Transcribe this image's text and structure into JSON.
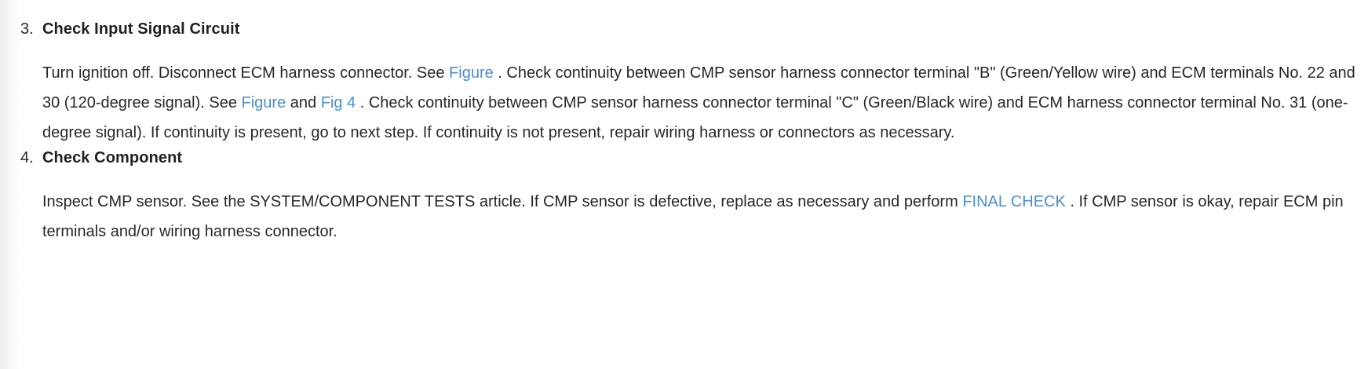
{
  "document": {
    "background_color": "#ffffff",
    "text_color": "#25282b",
    "link_color": "#4a8fd4"
  },
  "steps": [
    {
      "number": "3.",
      "title": "Check Input Signal Circuit",
      "body_segments": [
        {
          "type": "text",
          "value": "Turn ignition off. Disconnect ECM harness connector. See "
        },
        {
          "type": "link",
          "value": "Figure"
        },
        {
          "type": "text",
          "value": " . Check continuity between CMP sensor harness connector terminal \"B\" (Green/Yellow wire) and ECM terminals No. 22 and 30 (120-degree signal). See "
        },
        {
          "type": "link",
          "value": "Figure"
        },
        {
          "type": "text",
          "value": " and "
        },
        {
          "type": "link",
          "value": "Fig 4"
        },
        {
          "type": "text",
          "value": " . Check continuity between CMP sensor harness connector terminal \"C\" (Green/Black wire) and ECM harness connector terminal No. 31 (one-degree signal). If continuity is present, go to next step. If continuity is not present, repair wiring harness or connectors as necessary."
        }
      ]
    },
    {
      "number": "4.",
      "title": "Check Component",
      "body_segments": [
        {
          "type": "text",
          "value": "Inspect CMP sensor. See the SYSTEM/COMPONENT TESTS article. If CMP sensor is defective, replace as necessary and perform "
        },
        {
          "type": "link",
          "value": "FINAL CHECK"
        },
        {
          "type": "text",
          "value": " . If CMP sensor is okay, repair ECM pin terminals and/or wiring harness connector."
        }
      ]
    }
  ]
}
